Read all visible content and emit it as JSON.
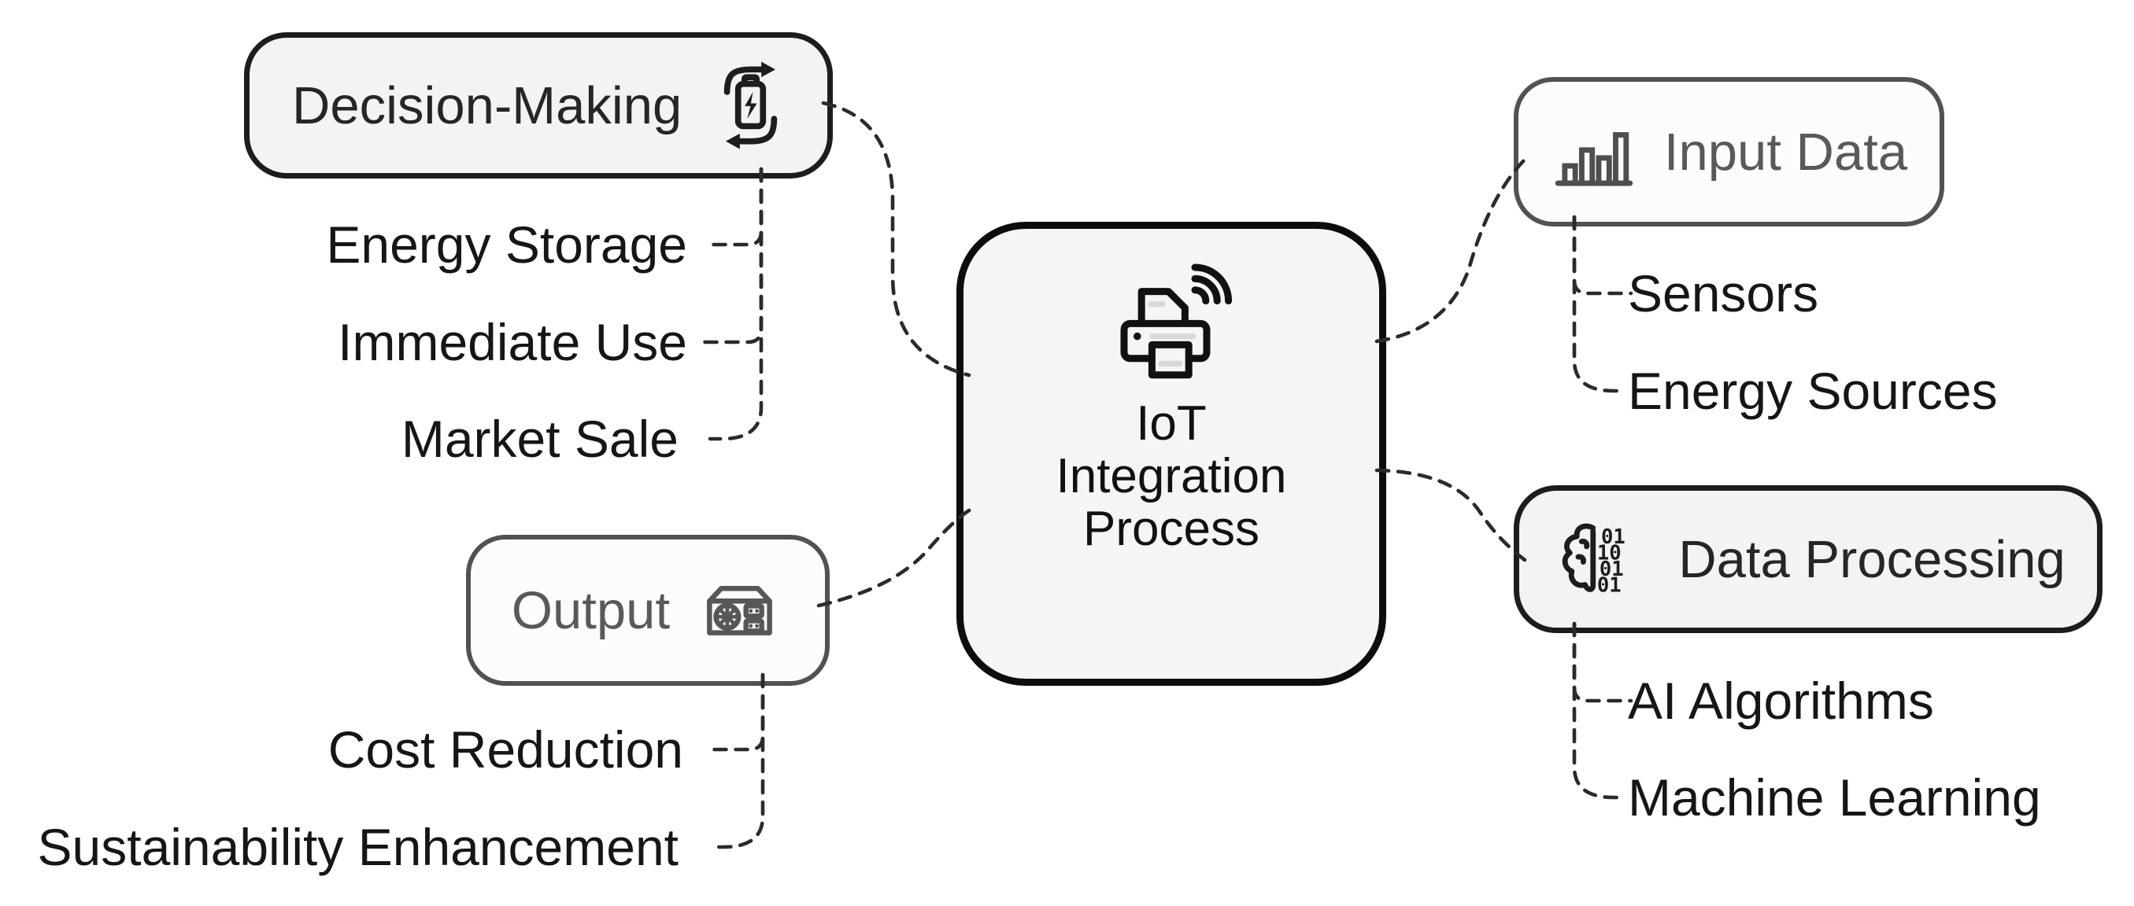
{
  "root": {
    "icon": "wireless-printer-icon",
    "label_lines": [
      "IoT",
      "Integration",
      "Process"
    ]
  },
  "branches": [
    {
      "id": "decision-making",
      "label": "Decision-Making",
      "icon": "battery-sync-icon",
      "style": "dark",
      "children": [
        "Energy Storage",
        "Immediate Use",
        "Market Sale"
      ]
    },
    {
      "id": "output",
      "label": "Output",
      "icon": "power-supply-icon",
      "style": "gray",
      "children": [
        "Cost Reduction",
        "Sustainability Enhancement"
      ]
    },
    {
      "id": "input-data",
      "label": "Input Data",
      "icon": "bar-chart-icon",
      "style": "gray",
      "children": [
        "Sensors",
        "Energy Sources"
      ]
    },
    {
      "id": "data-processing",
      "label": "Data Processing",
      "icon": "brain-binary-icon",
      "binary_digits": [
        "01",
        "10",
        "01",
        "01"
      ],
      "style": "dark",
      "children": [
        "AI Algorithms",
        "Machine Learning"
      ]
    }
  ],
  "colors": {
    "background": "#ffffff",
    "root_border": "#0d0d0d",
    "root_fill": "#f5f5f5",
    "dark_node_border": "#1d1d1d",
    "dark_node_fill": "#f3f3f3",
    "gray_node_border": "#525252",
    "gray_node_fill": "#fcfcfc",
    "dark_text": "#262626",
    "gray_text": "#595959",
    "leaf_text": "#161616",
    "connector": "#2b2b2b"
  }
}
